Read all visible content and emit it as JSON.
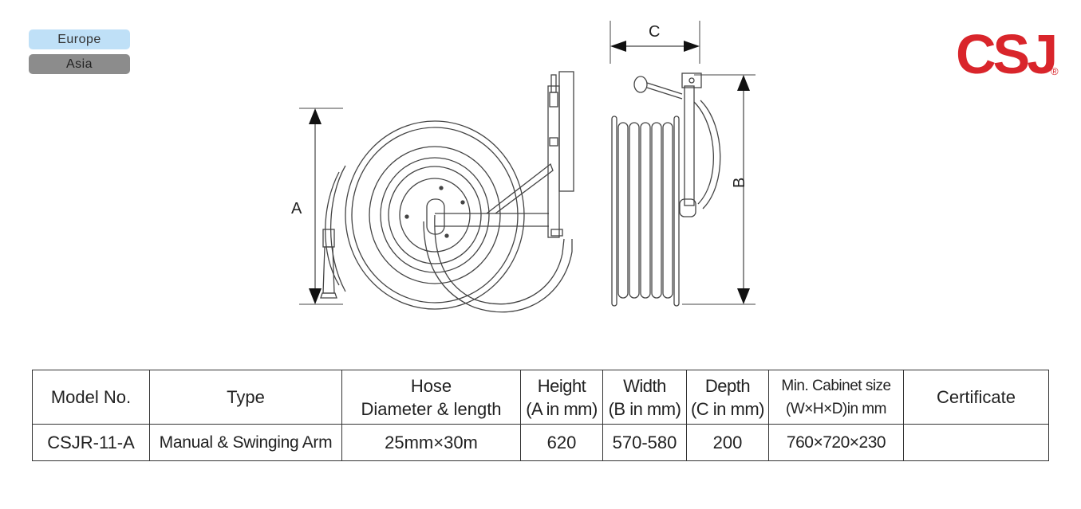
{
  "regions": [
    {
      "label": "Europe",
      "active": true
    },
    {
      "label": "Asia",
      "active": false
    }
  ],
  "logo": {
    "text": "CSJ",
    "mark": "®",
    "color": "#d9252b"
  },
  "drawing": {
    "dim_a": "A",
    "dim_b": "B",
    "dim_c": "C"
  },
  "table": {
    "headers": [
      {
        "lines": [
          "Model No."
        ]
      },
      {
        "lines": [
          "Type"
        ]
      },
      {
        "lines": [
          "Hose",
          "Diameter & length"
        ]
      },
      {
        "lines": [
          "Height",
          "(A in mm)"
        ]
      },
      {
        "lines": [
          "Width",
          "(B in mm)"
        ]
      },
      {
        "lines": [
          "Depth",
          "(C in mm)"
        ]
      },
      {
        "lines": [
          "Min. Cabinet size",
          "(W×H×D)in mm"
        ]
      },
      {
        "lines": [
          "Certificate"
        ]
      }
    ],
    "rows": [
      [
        "CSJR-11-A",
        "Manual & Swinging Arm",
        "25mm×30m",
        "620",
        "570-580",
        "200",
        "760×720×230",
        ""
      ]
    ]
  }
}
